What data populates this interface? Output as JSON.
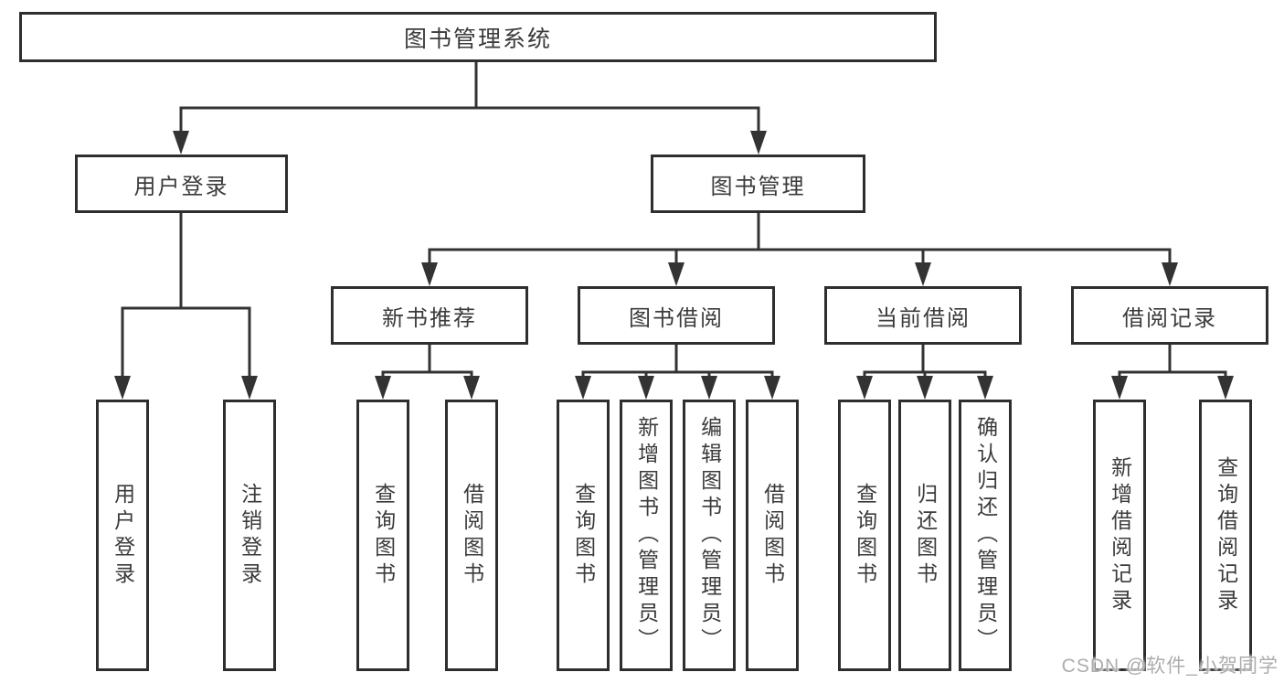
{
  "diagram_type": "function-structure-tree",
  "colors": {
    "line": "#333333",
    "box_border": "#2e2e2e",
    "text": "#3b3b3b",
    "watermark": "#adadad",
    "background": "#ffffff"
  },
  "tree": {
    "root": {
      "label": "图书管理系统",
      "children": [
        {
          "label": "用户登录",
          "children": [
            {
              "label": "用户登录"
            },
            {
              "label": "注销登录"
            }
          ]
        },
        {
          "label": "图书管理",
          "children": [
            {
              "label": "新书推荐",
              "children": [
                {
                  "label": "查询图书"
                },
                {
                  "label": "借阅图书"
                }
              ]
            },
            {
              "label": "图书借阅",
              "children": [
                {
                  "label": "查询图书"
                },
                {
                  "label": "新增图书（管理员）"
                },
                {
                  "label": "编辑图书（管理员）"
                },
                {
                  "label": "借阅图书"
                }
              ]
            },
            {
              "label": "当前借阅",
              "children": [
                {
                  "label": "查询图书"
                },
                {
                  "label": "归还图书"
                },
                {
                  "label": "确认归还（管理员）"
                }
              ]
            },
            {
              "label": "借阅记录",
              "children": [
                {
                  "label": "新增借阅记录"
                },
                {
                  "label": "查询借阅记录"
                }
              ]
            }
          ]
        }
      ]
    }
  },
  "watermark": {
    "text": "CSDN @软件_小贺同学"
  }
}
